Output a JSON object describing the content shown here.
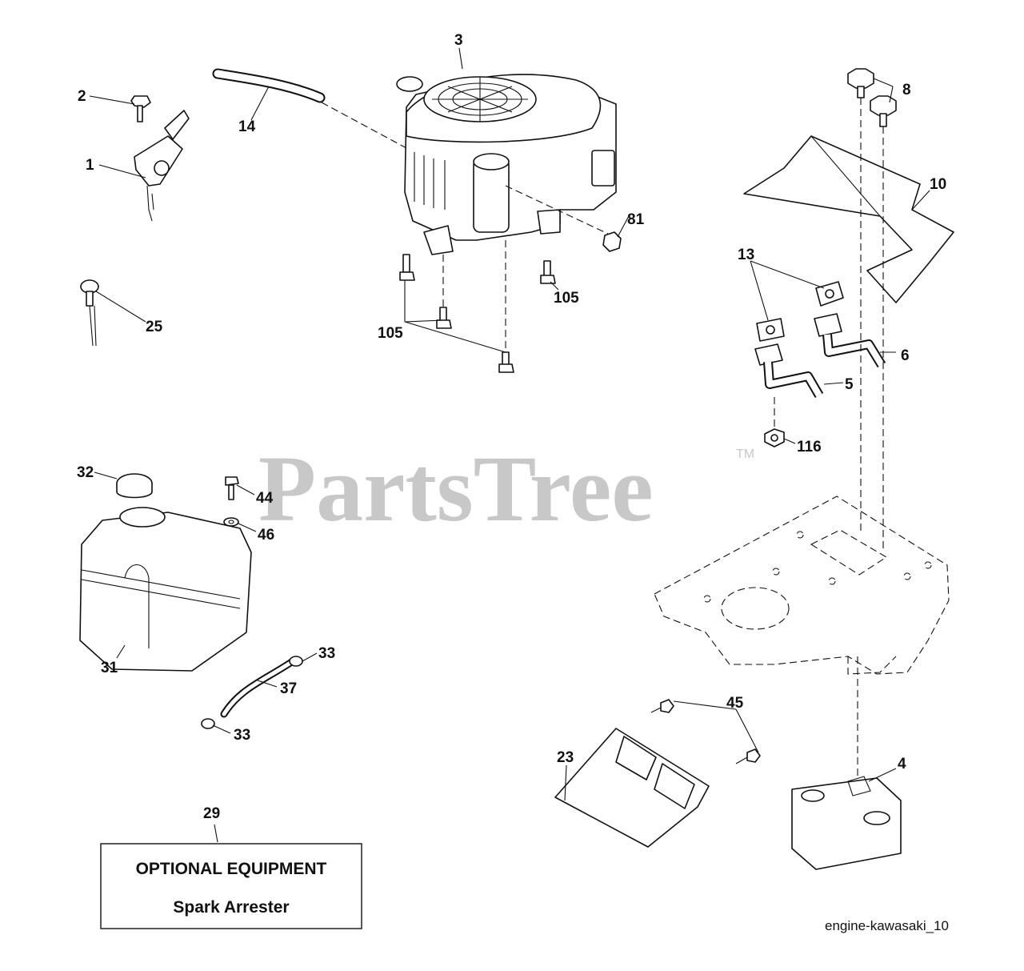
{
  "watermark": {
    "brand": "PartsTree",
    "trademark": "TM"
  },
  "callouts": {
    "c1": "1",
    "c2": "2",
    "c3": "3",
    "c4": "4",
    "c5": "5",
    "c6": "6",
    "c8": "8",
    "c10": "10",
    "c13": "13",
    "c14": "14",
    "c23": "23",
    "c25": "25",
    "c29": "29",
    "c31": "31",
    "c32": "32",
    "c33a": "33",
    "c33b": "33",
    "c37": "37",
    "c44": "44",
    "c45": "45",
    "c46": "46",
    "c81": "81",
    "c105a": "105",
    "c105b": "105",
    "c116": "116"
  },
  "optional_box": {
    "title": "OPTIONAL EQUIPMENT",
    "subtitle": "Spark Arrester"
  },
  "diagram_ref": "engine-kawasaki_10"
}
